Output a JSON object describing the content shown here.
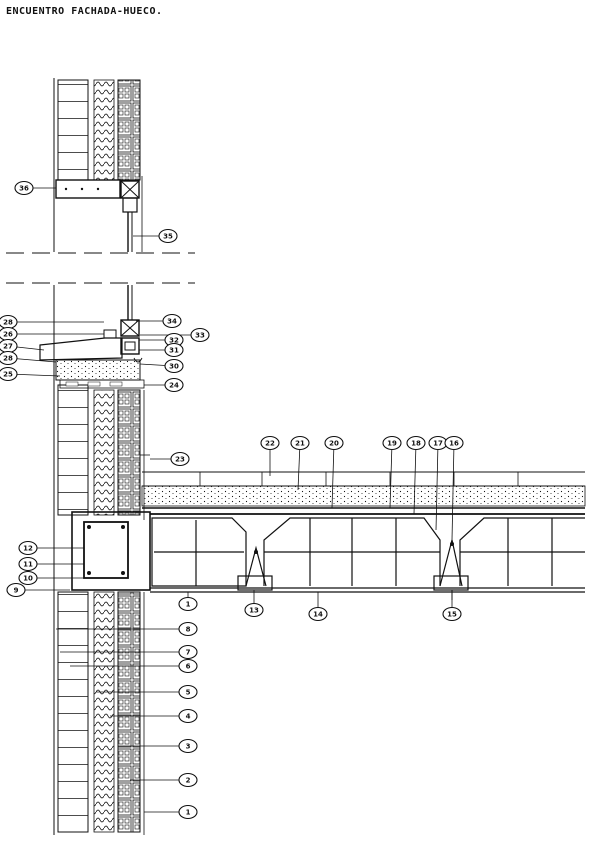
{
  "title": "ENCUENTRO FACHADA-HUECO.",
  "colors": {
    "ink": "#111111",
    "paper": "#ffffff"
  },
  "callouts": [
    {
      "id": "c36",
      "text": "36",
      "side": "left"
    },
    {
      "id": "c35",
      "text": "35",
      "side": "right"
    },
    {
      "id": "c28",
      "text": "28",
      "side": "left"
    },
    {
      "id": "c26",
      "text": "26",
      "side": "left"
    },
    {
      "id": "c27",
      "text": "27",
      "side": "left"
    },
    {
      "id": "c28b",
      "text": "28",
      "side": "left"
    },
    {
      "id": "c25",
      "text": "25",
      "side": "left"
    },
    {
      "id": "c34",
      "text": "34",
      "side": "right"
    },
    {
      "id": "c33",
      "text": "33",
      "side": "right"
    },
    {
      "id": "c32",
      "text": "32",
      "side": "right"
    },
    {
      "id": "c31",
      "text": "31",
      "side": "right"
    },
    {
      "id": "c30",
      "text": "30",
      "side": "right"
    },
    {
      "id": "c24",
      "text": "24",
      "side": "right"
    },
    {
      "id": "c23",
      "text": "23",
      "side": "right"
    },
    {
      "id": "c22",
      "text": "22",
      "side": "top"
    },
    {
      "id": "c21",
      "text": "21",
      "side": "top"
    },
    {
      "id": "c20",
      "text": "20",
      "side": "top"
    },
    {
      "id": "c19",
      "text": "19",
      "side": "top"
    },
    {
      "id": "c18",
      "text": "18",
      "side": "top"
    },
    {
      "id": "c17",
      "text": "17",
      "side": "top"
    },
    {
      "id": "c16",
      "text": "16",
      "side": "top"
    },
    {
      "id": "c12",
      "text": "12",
      "side": "left"
    },
    {
      "id": "c11",
      "text": "11",
      "side": "left"
    },
    {
      "id": "c10",
      "text": "10",
      "side": "left"
    },
    {
      "id": "c9",
      "text": "9",
      "side": "left"
    },
    {
      "id": "c1b",
      "text": "1",
      "side": "bottom"
    },
    {
      "id": "c13",
      "text": "13",
      "side": "bottom"
    },
    {
      "id": "c14",
      "text": "14",
      "side": "bottom"
    },
    {
      "id": "c15",
      "text": "15",
      "side": "bottom"
    },
    {
      "id": "c8",
      "text": "8",
      "side": "right"
    },
    {
      "id": "c7",
      "text": "7",
      "side": "right"
    },
    {
      "id": "c6",
      "text": "6",
      "side": "right"
    },
    {
      "id": "c5",
      "text": "5",
      "side": "right"
    },
    {
      "id": "c4",
      "text": "4",
      "side": "right"
    },
    {
      "id": "c3",
      "text": "3",
      "side": "right"
    },
    {
      "id": "c2",
      "text": "2",
      "side": "right"
    },
    {
      "id": "c1",
      "text": "1",
      "side": "right"
    }
  ]
}
